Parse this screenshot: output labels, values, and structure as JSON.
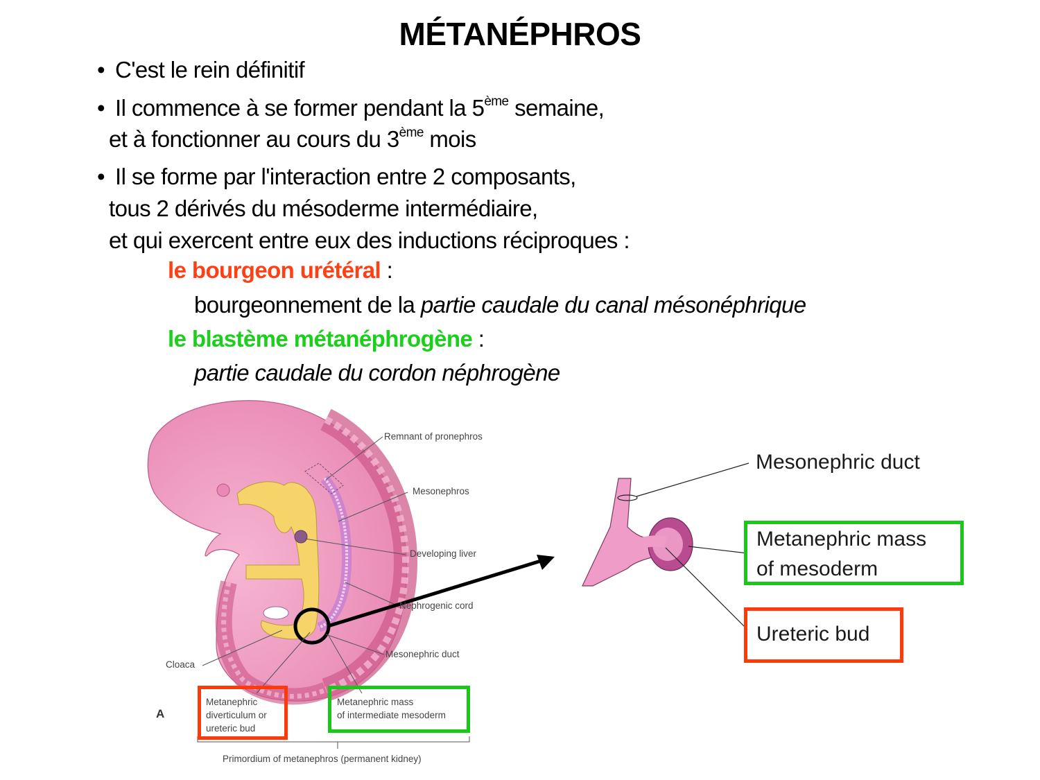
{
  "slide": {
    "title": "MÉTANÉPHROS",
    "bullets": [
      {
        "text": "C'est le rein définitif"
      },
      {
        "line1_pre": "Il commence à se former pendant la 5",
        "line1_sup": "ème",
        "line1_post": " semaine,",
        "line2_pre": "et à fonctionner au cours du 3",
        "line2_sup": "ème",
        "line2_post": " mois"
      },
      {
        "line1": "Il se forme par l'interaction entre 2 composants,",
        "line2": "tous 2 dérivés du mésoderme intermédiaire,",
        "line3": "et qui exercent entre eux des inductions réciproques :"
      }
    ],
    "components": [
      {
        "name": "le bourgeon urétéral",
        "suffix": " :",
        "color": "#ff3f14",
        "desc_plain": "bourgeonnement de la ",
        "desc_italic": "partie caudale du canal mésonéphrique"
      },
      {
        "name": "le blastème métanéphrogène",
        "suffix": " :",
        "color": "#1ccf1c",
        "desc_plain": "",
        "desc_italic": "partie caudale du cordon néphrogène"
      }
    ],
    "bullet_glyph": "•"
  },
  "figure_left": {
    "panel_letter": "A",
    "labels": {
      "remnant_pronephros": "Remnant of pronephros",
      "mesonephros": "Mesonephros",
      "developing_liver": "Developing liver",
      "nephrogenic_cord": "Nephrogenic cord",
      "mesonephric_duct": "Mesonephric duct",
      "cloaca": "Cloaca"
    },
    "box_red": [
      "Metanephric",
      "diverticulum or",
      "ureteric bud"
    ],
    "box_green": [
      "Metanephric mass",
      "of intermediate mesoderm"
    ],
    "bracket_caption": "Primordium of metanephros (permanent kidney)"
  },
  "figure_right": {
    "mesonephric_duct": "Mesonephric duct",
    "box_green": [
      "Metanephric mass",
      "of mesoderm"
    ],
    "box_red": [
      "Ureteric bud"
    ]
  },
  "colors": {
    "red_accent": "#ff3a0a",
    "green_accent": "#19c819",
    "embryo_pink": "#e07aa8",
    "gut_yellow": "#f6d46a"
  }
}
